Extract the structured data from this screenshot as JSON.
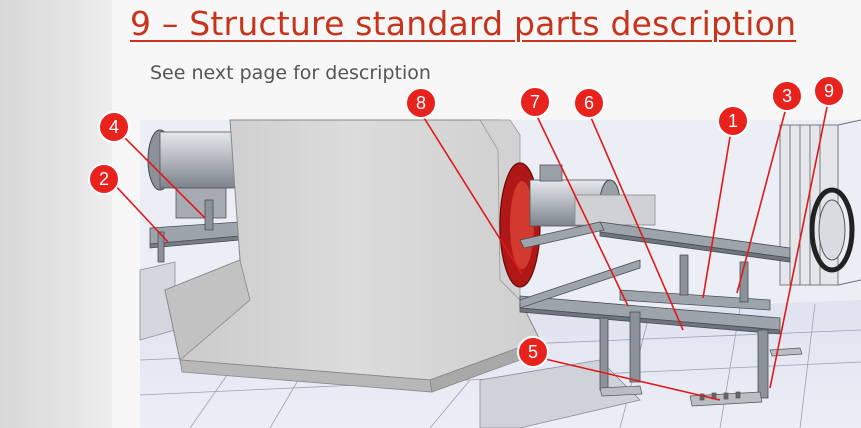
{
  "slide": {
    "title": "9 – Structure standard parts description",
    "subtitle": "See next page for description"
  },
  "callouts": [
    {
      "label": "4"
    },
    {
      "label": "2"
    },
    {
      "label": "8"
    },
    {
      "label": "7"
    },
    {
      "label": "6"
    },
    {
      "label": "1"
    },
    {
      "label": "3"
    },
    {
      "label": "9"
    },
    {
      "label": "5"
    }
  ],
  "colors": {
    "title": "#c8341b",
    "callout_fill": "#e8221c",
    "leader_line": "#e01a1a",
    "machine_body": "#dadada",
    "floor": "#e6e9f4",
    "steel": "#9ea4ab",
    "flange_red": "#b01818"
  }
}
